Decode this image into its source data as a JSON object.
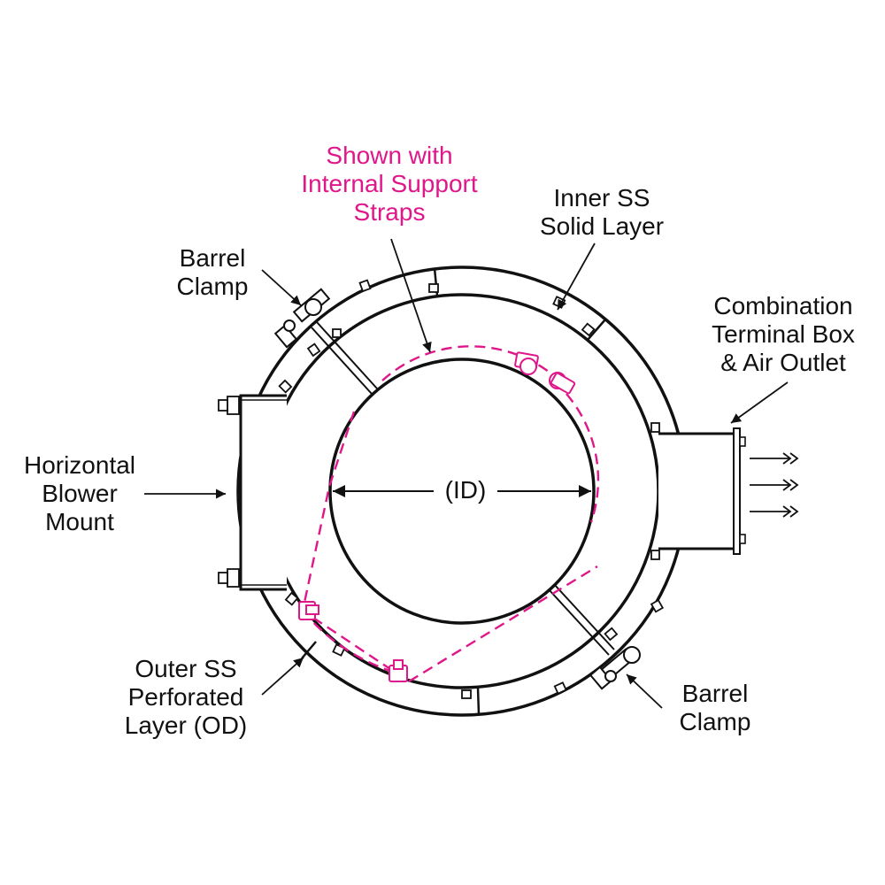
{
  "colors": {
    "line": "#111111",
    "strap": "#e0178b",
    "background": "#ffffff"
  },
  "labels": {
    "internal_straps": {
      "line1": "Shown with",
      "line2": "Internal Support",
      "line3": "Straps"
    },
    "inner_layer": {
      "line1": "Inner SS",
      "line2": "Solid Layer"
    },
    "barrel_clamp_top": {
      "line1": "Barrel",
      "line2": "Clamp"
    },
    "terminal_box": {
      "line1": "Combination",
      "line2": "Terminal Box",
      "line3": "& Air Outlet"
    },
    "blower_mount": {
      "line1": "Horizontal",
      "line2": "Blower",
      "line3": "Mount"
    },
    "inner_diameter": "(ID)",
    "outer_layer": {
      "line1": "Outer SS",
      "line2": "Perforated",
      "line3": "Layer (OD)"
    },
    "barrel_clamp_bottom": {
      "line1": "Barrel",
      "line2": "Clamp"
    }
  }
}
